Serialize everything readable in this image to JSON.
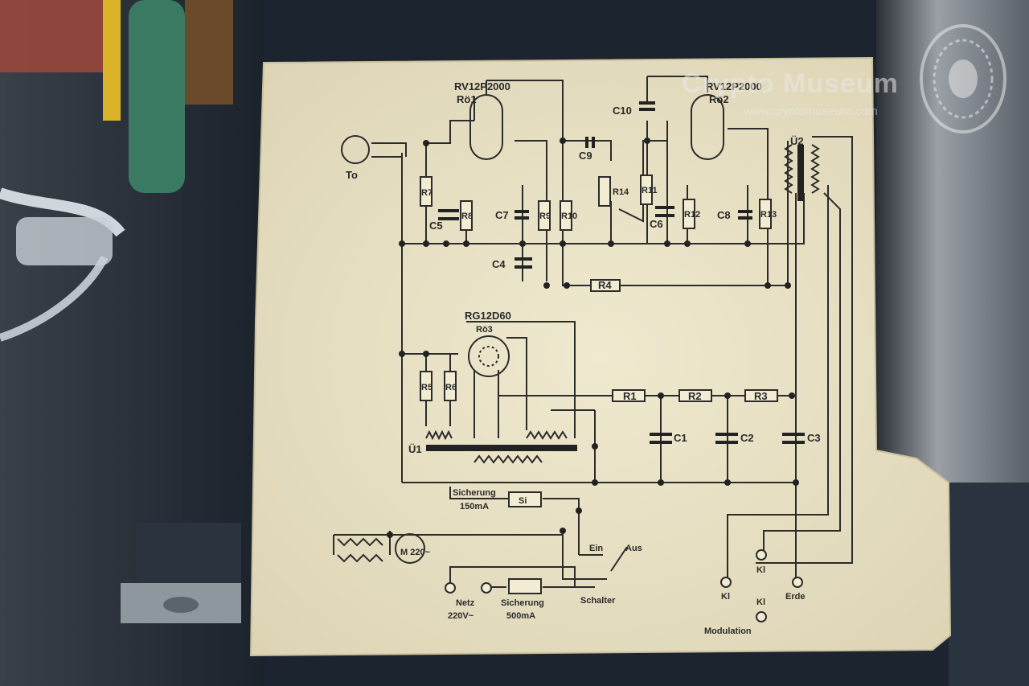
{
  "watermark": {
    "brand": "Crypto Museum",
    "url": "www.cryptomuseum.com"
  },
  "schematic": {
    "tubes": {
      "tube1_type": "RV12P2000",
      "tube1_ref": "Rö1",
      "tube2_type": "RV12P2000",
      "tube2_ref": "Rö2",
      "rectifier_type": "RG12D60",
      "rectifier_ref": "Rö3"
    },
    "resistors": [
      "R1",
      "R2",
      "R3",
      "R4",
      "R5",
      "R6",
      "R7",
      "R8",
      "R9",
      "R10",
      "R11",
      "R12",
      "R13",
      "R14"
    ],
    "capacitors": [
      "C1",
      "C2",
      "C3",
      "C4",
      "C5",
      "C6",
      "C7",
      "C8",
      "C9",
      "C10"
    ],
    "transformers": {
      "output": "Ü2",
      "power": "Ü1"
    },
    "microphone": "To",
    "motor": "M 220~",
    "fuse_small": {
      "label": "Sicherung",
      "rating": "150mA",
      "symbol": "Si"
    },
    "fuse_mains": {
      "label": "Sicherung",
      "rating": "500mA"
    },
    "mains": {
      "label": "Netz",
      "voltage": "220V~"
    },
    "switch": {
      "label": "Schalter",
      "on": "Ein",
      "off": "Aus"
    },
    "outputs": {
      "kl": "Kl",
      "erde": "Erde",
      "modulation": "Modulation"
    }
  }
}
